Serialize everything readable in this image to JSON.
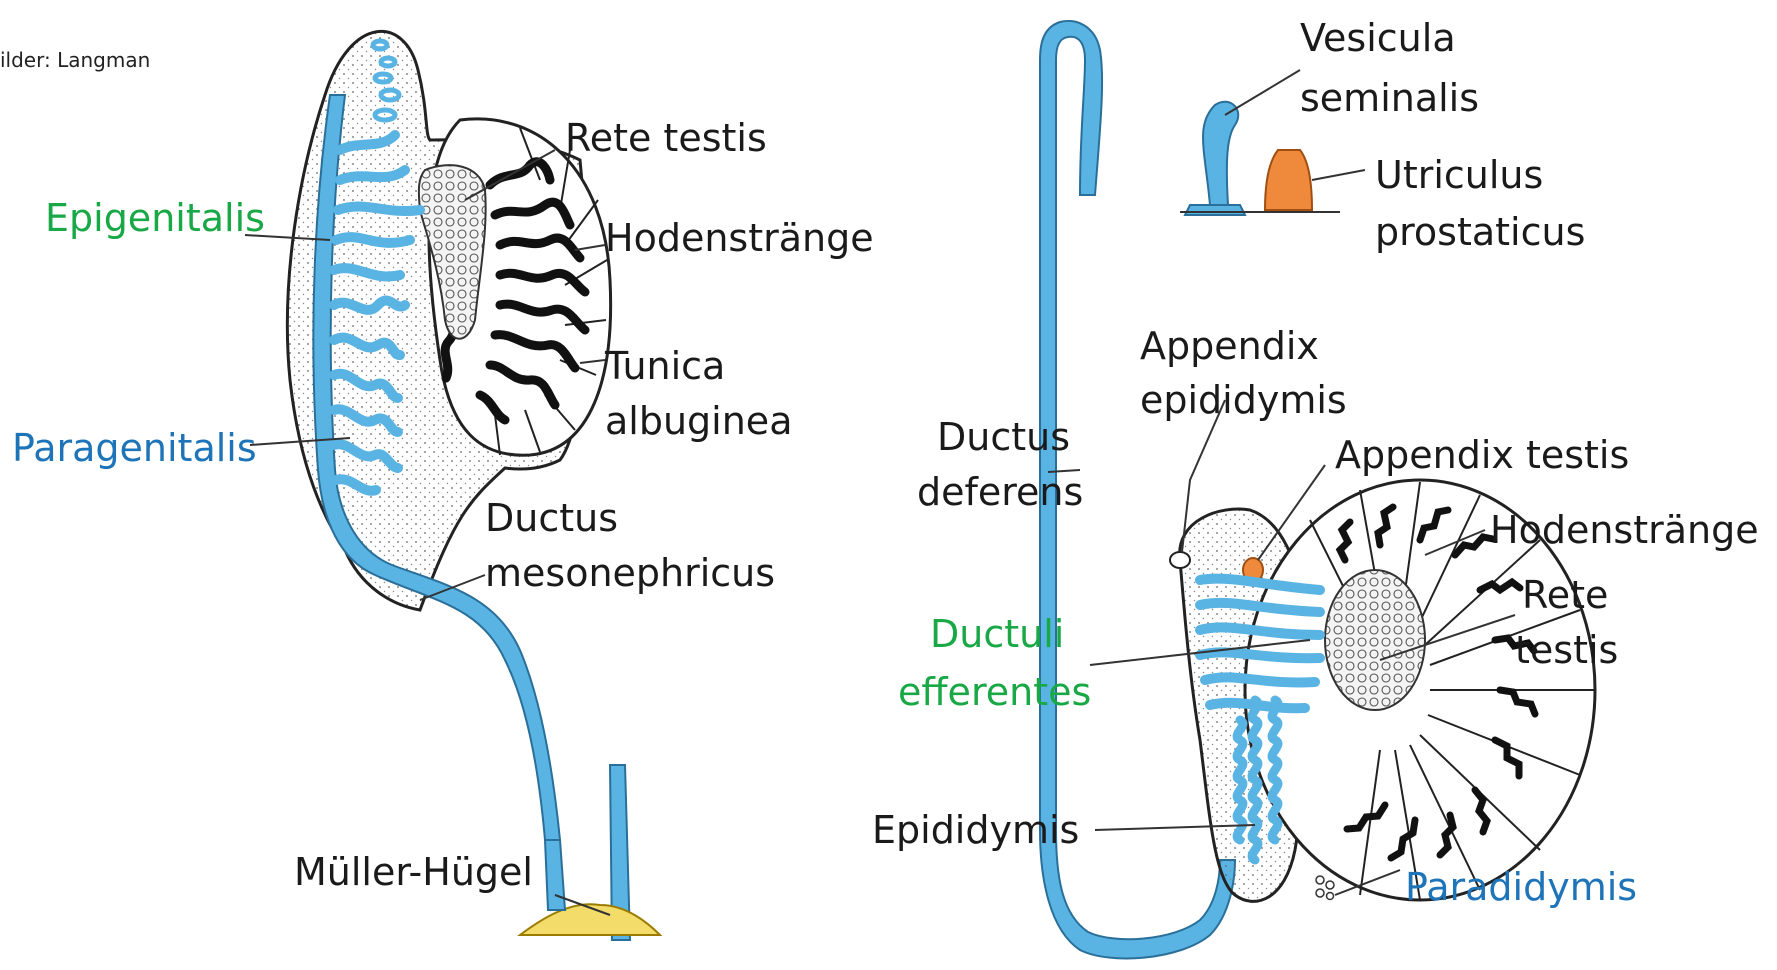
{
  "credit": "ilder: Langman",
  "colors": {
    "duct_blue": "#5ab4e3",
    "duct_outline": "#2a6f99",
    "green_label": "#19a846",
    "blue_label": "#1e74b8",
    "orange_structure": "#ef8a3c",
    "yellow_structure": "#f3dc6a"
  },
  "left_diagram": {
    "labels": {
      "rete_testis": "Rete testis",
      "epigenitalis": "Epigenitalis",
      "hodenstraenge": "Hodenstränge",
      "tunica": [
        "Tunica",
        "albuginea"
      ],
      "paragenitalis": "Paragenitalis",
      "ductus_mesonephricus": [
        "Ductus",
        "mesonephricus"
      ],
      "mueller_huegel": "Müller-Hügel"
    }
  },
  "right_diagram": {
    "labels": {
      "vesicula_seminalis": [
        "Vesicula",
        "seminalis"
      ],
      "utriculus_prostaticus": [
        "Utriculus",
        "prostaticus"
      ],
      "appendix_epididymis": [
        "Appendix",
        "epididymis"
      ],
      "ductus_deferens": [
        "Ductus",
        "deferens"
      ],
      "appendix_testis": "Appendix testis",
      "hodenstraenge": "Hodenstränge",
      "rete_testis": [
        "Rete",
        "testis"
      ],
      "ductuli_efferentes": [
        "Ductuli",
        "efferentes"
      ],
      "epididymis": "Epididymis",
      "paradidymis": "Paradidymis"
    }
  }
}
